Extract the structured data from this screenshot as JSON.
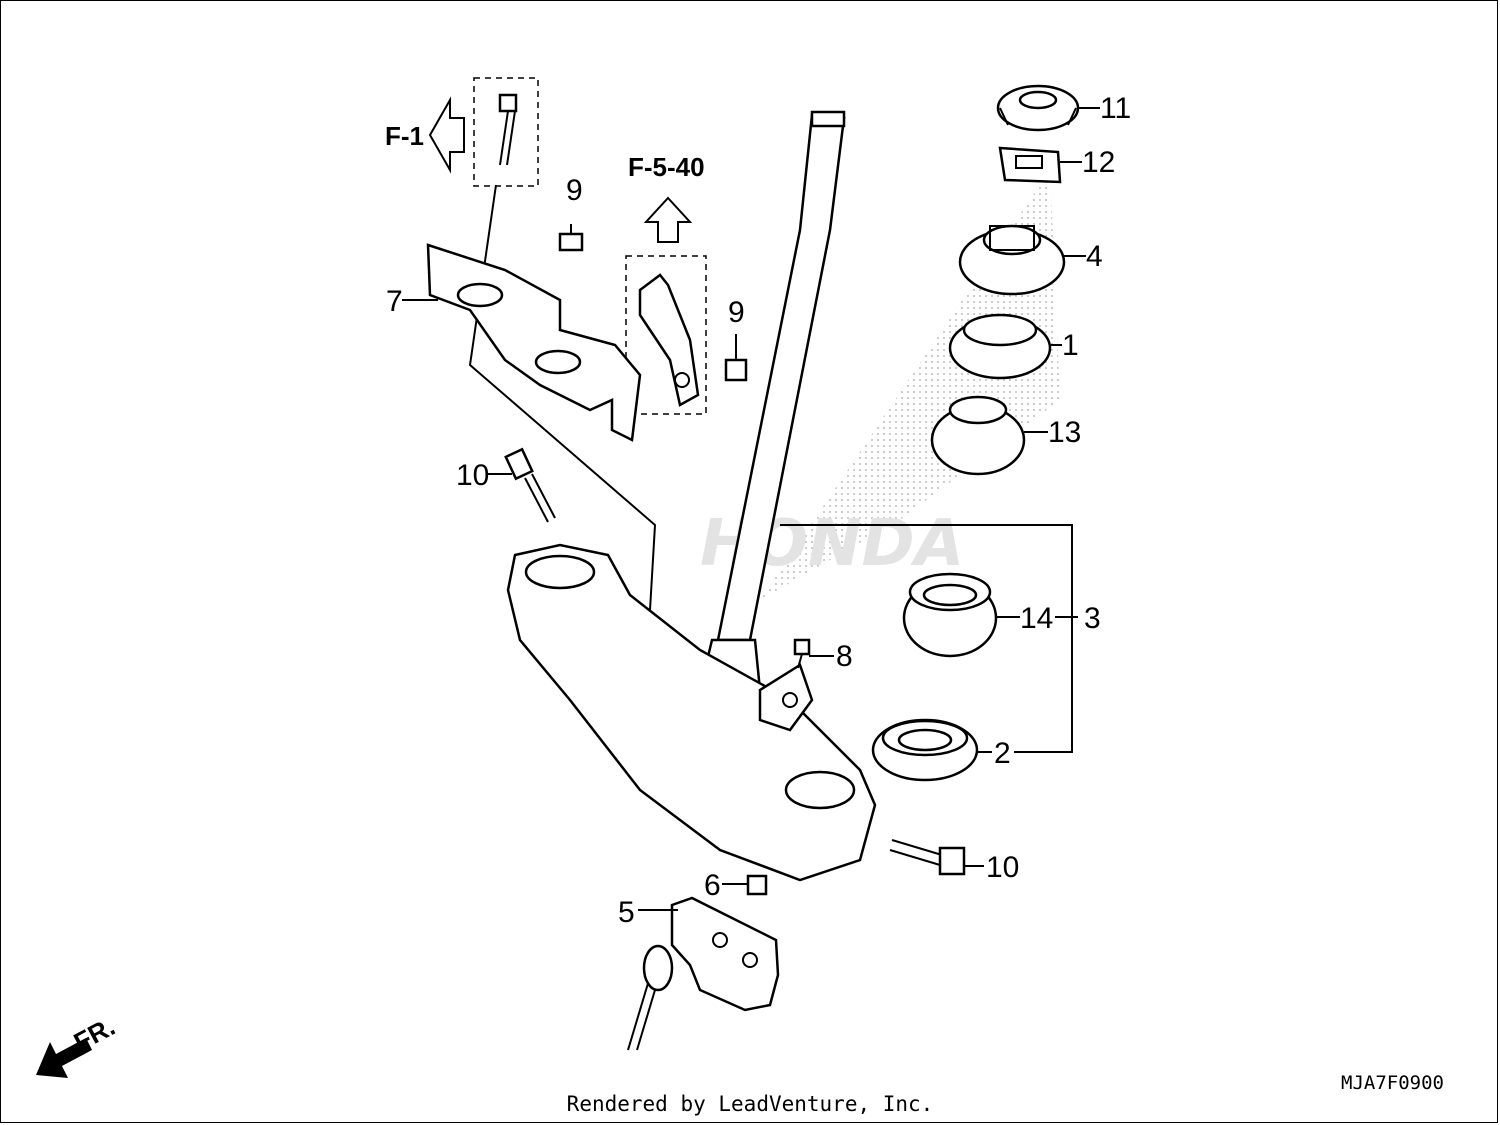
{
  "diagram": {
    "watermark": "HONDA",
    "references": {
      "f1": "F-1",
      "f540": "F-5-40"
    },
    "direction_label": "FR.",
    "callouts": [
      {
        "id": "c11",
        "label": "11"
      },
      {
        "id": "c12",
        "label": "12"
      },
      {
        "id": "c4",
        "label": "4"
      },
      {
        "id": "c1",
        "label": "1"
      },
      {
        "id": "c13",
        "label": "13"
      },
      {
        "id": "c14",
        "label": "14"
      },
      {
        "id": "c3",
        "label": "3"
      },
      {
        "id": "c2",
        "label": "2"
      },
      {
        "id": "c8",
        "label": "8"
      },
      {
        "id": "c10b",
        "label": "10"
      },
      {
        "id": "c6",
        "label": "6"
      },
      {
        "id": "c5",
        "label": "5"
      },
      {
        "id": "c10a",
        "label": "10"
      },
      {
        "id": "c7",
        "label": "7"
      },
      {
        "id": "c9a",
        "label": "9"
      },
      {
        "id": "c9b",
        "label": "9"
      }
    ],
    "diagram_code": "MJA7F0900",
    "footer": "Rendered by LeadVenture, Inc."
  }
}
